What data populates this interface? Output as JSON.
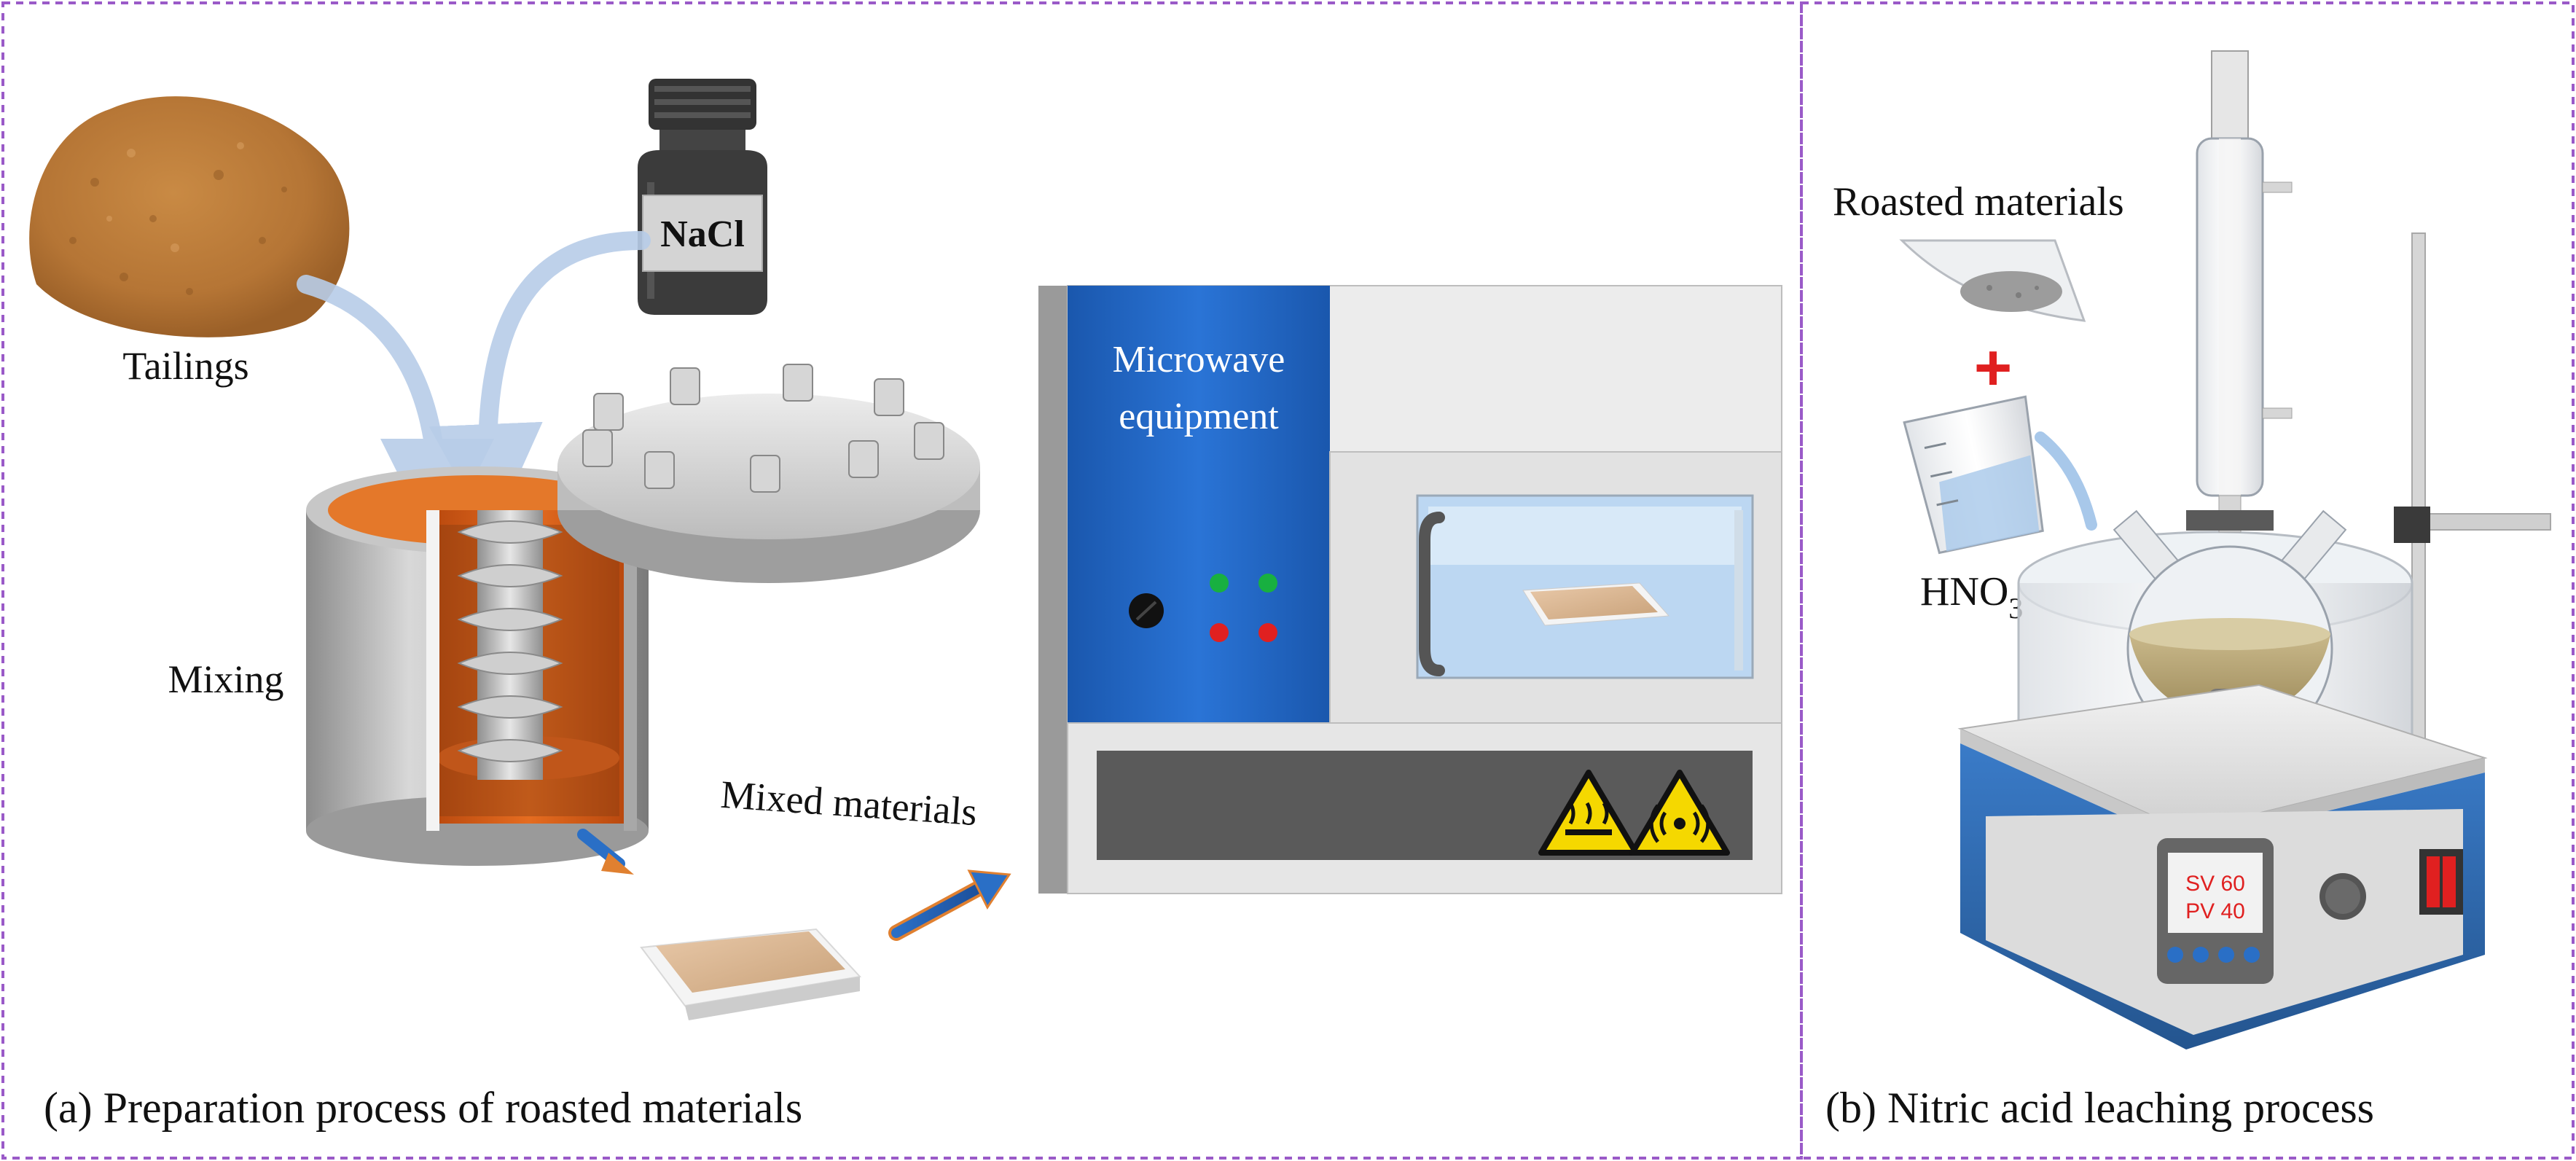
{
  "panel_a": {
    "caption": "(a)  Preparation process of roasted materials",
    "labels": {
      "tailings": "Tailings",
      "nacl": "NaCl",
      "mixing": "Mixing",
      "mixed_materials": "Mixed materials",
      "microwave_line1": "Microwave",
      "microwave_line2": "equipment"
    }
  },
  "panel_b": {
    "caption": "(b)   Nitric acid leaching process",
    "labels": {
      "roasted_materials": "Roasted materials",
      "hno3_main": "HNO",
      "hno3_sub": "3",
      "plus": "+",
      "sv": "SV 60",
      "pv": "PV 40"
    }
  },
  "colors": {
    "border": "#9a5ac8",
    "microwave_blue": "#1f64c4",
    "mixer_orange": "#e0651c",
    "hotplate_blue": "#2e6db5",
    "display_red": "#e02020",
    "warning_yellow": "#f5d800"
  }
}
